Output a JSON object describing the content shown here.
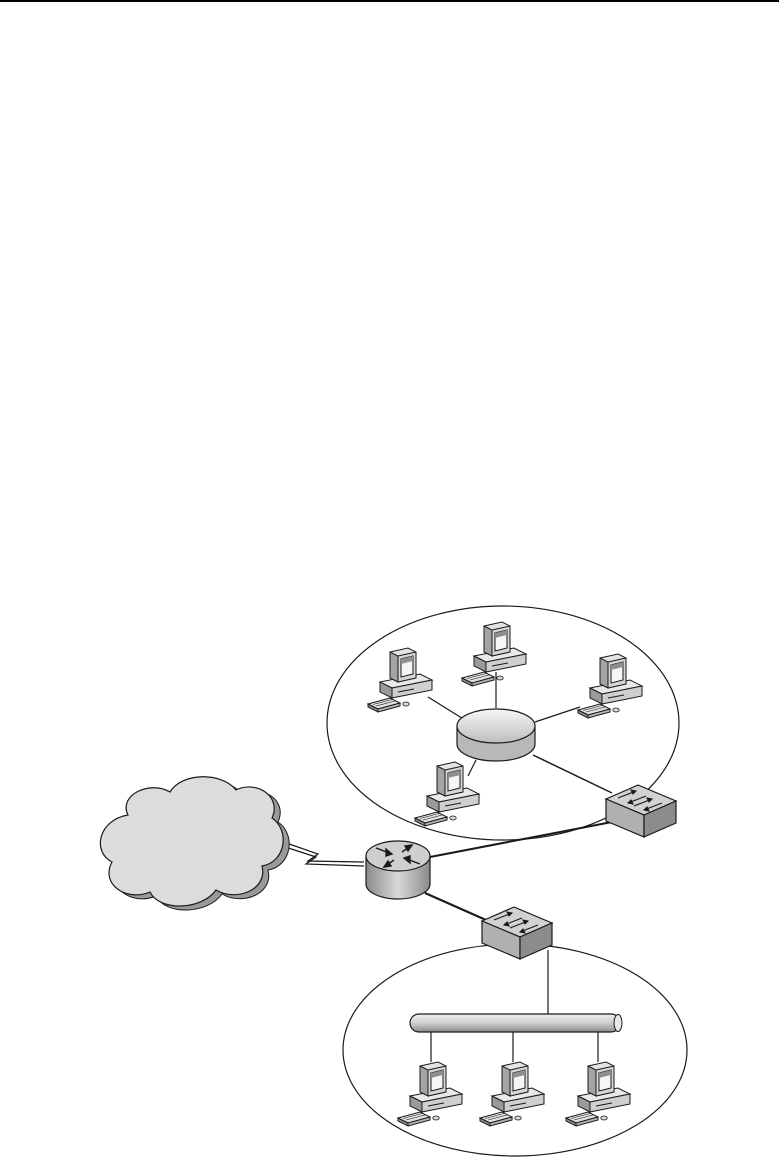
{
  "diagram": {
    "nodes": [
      {
        "id": "wan-cloud",
        "kind": "cloud"
      },
      {
        "id": "router",
        "kind": "router"
      },
      {
        "id": "switch-upper",
        "kind": "switch"
      },
      {
        "id": "switch-lower",
        "kind": "switch"
      },
      {
        "id": "token-ring-hub",
        "kind": "hub"
      },
      {
        "id": "bus-backbone",
        "kind": "bus"
      },
      {
        "id": "pc-ring-1",
        "kind": "workstation"
      },
      {
        "id": "pc-ring-2",
        "kind": "workstation"
      },
      {
        "id": "pc-ring-3",
        "kind": "workstation"
      },
      {
        "id": "pc-ring-4",
        "kind": "workstation"
      },
      {
        "id": "pc-bus-1",
        "kind": "workstation"
      },
      {
        "id": "pc-bus-2",
        "kind": "workstation"
      },
      {
        "id": "pc-bus-3",
        "kind": "workstation"
      }
    ],
    "links": [
      {
        "from": "wan-cloud",
        "to": "router",
        "kind": "serial"
      },
      {
        "from": "router",
        "to": "switch-upper",
        "kind": "ethernet"
      },
      {
        "from": "router",
        "to": "switch-lower",
        "kind": "ethernet"
      },
      {
        "from": "switch-upper",
        "to": "token-ring-hub",
        "kind": "ethernet"
      },
      {
        "from": "switch-lower",
        "to": "bus-backbone",
        "kind": "ethernet"
      },
      {
        "from": "token-ring-hub",
        "to": "pc-ring-1",
        "kind": "ethernet"
      },
      {
        "from": "token-ring-hub",
        "to": "pc-ring-2",
        "kind": "ethernet"
      },
      {
        "from": "token-ring-hub",
        "to": "pc-ring-3",
        "kind": "ethernet"
      },
      {
        "from": "token-ring-hub",
        "to": "pc-ring-4",
        "kind": "ethernet"
      },
      {
        "from": "bus-backbone",
        "to": "pc-bus-1",
        "kind": "ethernet"
      },
      {
        "from": "bus-backbone",
        "to": "pc-bus-2",
        "kind": "ethernet"
      },
      {
        "from": "bus-backbone",
        "to": "pc-bus-3",
        "kind": "ethernet"
      }
    ],
    "colors": {
      "line": "#1a1a1a",
      "device_light": "#e8e8e8",
      "device_mid": "#b5b5b5",
      "device_dark": "#6e6e6e",
      "cloud_fill": "#dcdcdc"
    }
  }
}
